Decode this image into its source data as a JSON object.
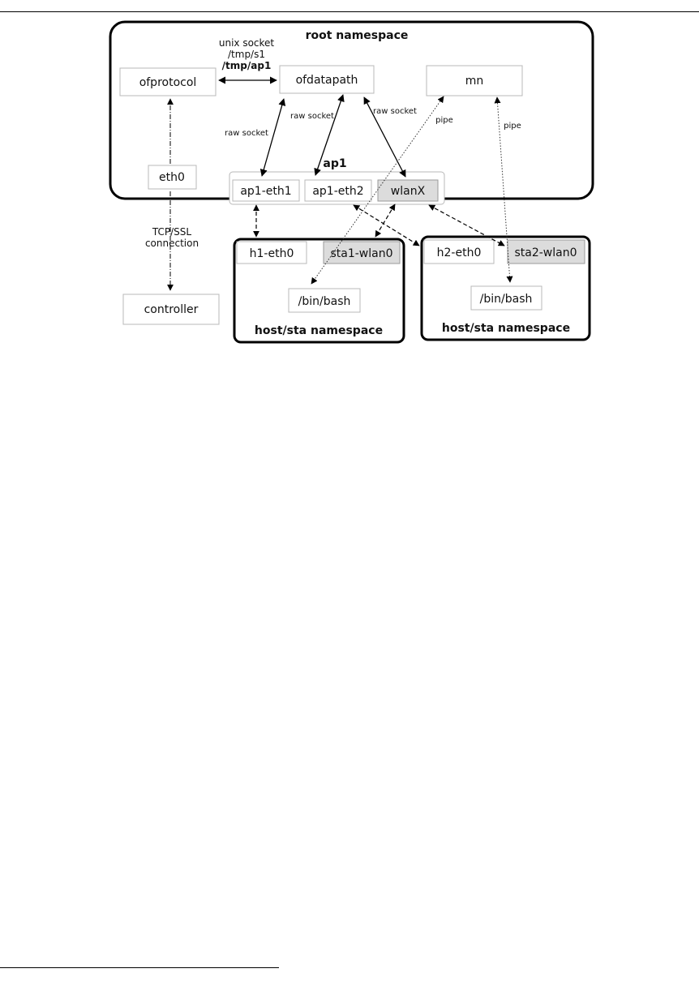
{
  "diagram": {
    "root_ns_label": "root namespace",
    "ap_group_label": "ap1",
    "host_ns_label_1": "host/sta namespace",
    "host_ns_label_2": "host/sta namespace",
    "nodes": {
      "ofprotocol": "ofprotocol",
      "ofdatapath": "ofdatapath",
      "mn": "mn",
      "eth0": "eth0",
      "ap1_eth1": "ap1-eth1",
      "ap1_eth2": "ap1-eth2",
      "wlanx": "wlanX",
      "h1_eth0": "h1-eth0",
      "sta1_wlan0": "sta1-wlan0",
      "bash1": "/bin/bash",
      "h2_eth0": "h2-eth0",
      "sta2_wlan0": "sta2-wlan0",
      "bash2": "/bin/bash",
      "controller": "controller"
    },
    "edges": {
      "unix_socket_line1": "unix socket",
      "unix_socket_line2": "/tmp/s1",
      "unix_socket_line3": "/tmp/ap1",
      "raw_socket_1": "raw socket",
      "raw_socket_2": "raw socket",
      "raw_socket_3": "raw socket",
      "pipe_1": "pipe",
      "pipe_2": "pipe",
      "tcp_line1": "TCP/SSL",
      "tcp_line2": "connection"
    }
  }
}
